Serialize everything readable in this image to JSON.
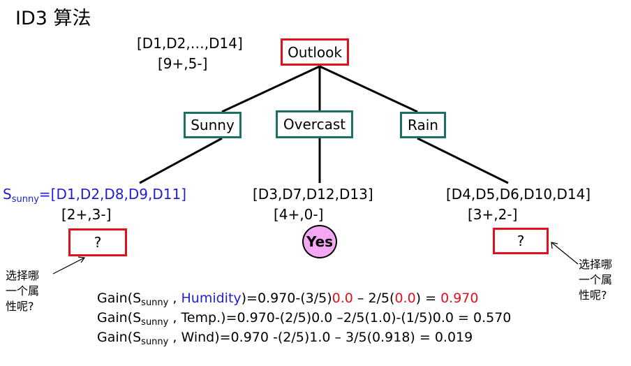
{
  "title": "ID3 算法",
  "root": {
    "set": "[D1,D2,…,D14]",
    "counts": "[9+,5-]",
    "label": "Outlook"
  },
  "branches": {
    "sunny": "Sunny",
    "overcast": "Overcast",
    "rain": "Rain"
  },
  "sunny_node": {
    "s_prefix": "S",
    "s_sub": "sunny",
    "s_set": "=[D1,D2,D8,D9,D11]",
    "counts": "[2+,3-]",
    "box": "?"
  },
  "overcast_node": {
    "set": "[D3,D7,D12,D13]",
    "counts": "[4+,0-]",
    "leaf": "Yes"
  },
  "rain_node": {
    "set": "[D4,D5,D6,D10,D14]",
    "counts": "[3+,2-]",
    "box": "?"
  },
  "notes": {
    "left": [
      "选择哪",
      "一个属",
      "性呢?"
    ],
    "right": [
      "选择哪",
      "一个属",
      "性呢?"
    ]
  },
  "gain": {
    "row1": {
      "a": "Gain(S",
      "sub": "sunny",
      "b": " , ",
      "attr": "Humidity",
      "c": ")=0.970-(3/5)",
      "d": "0.0",
      "e": " – 2/5(",
      "f": "0.0",
      "g": ") = ",
      "h": "0.970"
    },
    "row2": {
      "a": "Gain(S",
      "sub": "sunny",
      "b": " , Temp.)=0.970-(2/5)0.0 –2/5(1.0)-(1/5)0.0 = 0.570"
    },
    "row3": {
      "a": "Gain(S",
      "sub": "sunny",
      "b": " , Wind)=0.970 -(2/5)1.0 – 3/5(0.918) = 0.019"
    }
  }
}
